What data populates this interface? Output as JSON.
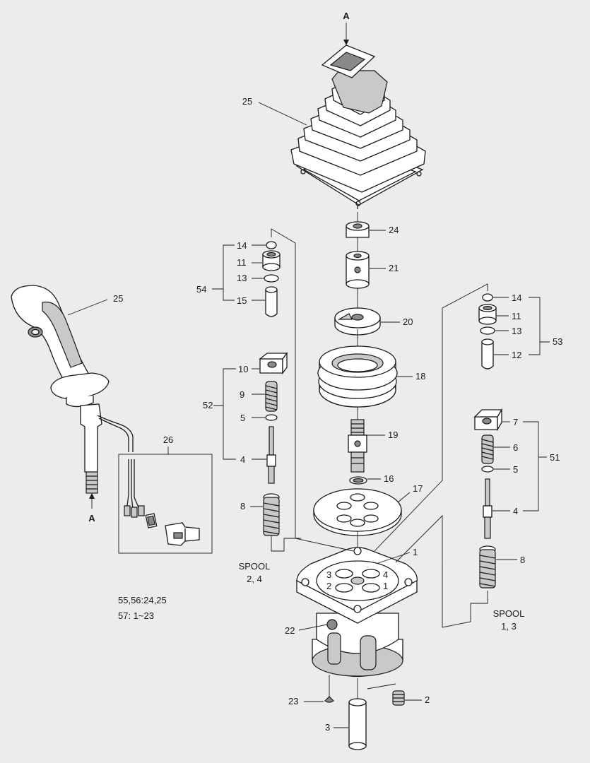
{
  "labels": {
    "top_marker": "A",
    "handle_marker": "A",
    "p25_boot": "25",
    "p25_handle": "25",
    "p24": "24",
    "p21": "21",
    "p20": "20",
    "p18": "18",
    "p19": "19",
    "p16": "16",
    "p17": "17",
    "p1": "1",
    "p22": "22",
    "p23": "23",
    "p2": "2",
    "p3": "3",
    "p26": "26",
    "left_14": "14",
    "left_11": "11",
    "left_13": "13",
    "left_15": "15",
    "left_54": "54",
    "left_10": "10",
    "left_9": "9",
    "left_5": "5",
    "left_4": "4",
    "left_52": "52",
    "left_8": "8",
    "right_14": "14",
    "right_11": "11",
    "right_13": "13",
    "right_12": "12",
    "right_53": "53",
    "right_7": "7",
    "right_6": "6",
    "right_5": "5",
    "right_4": "4",
    "right_51": "51",
    "right_8": "8",
    "port_3": "3",
    "port_4": "4",
    "port_2": "2",
    "port_1": "1"
  },
  "spool_left": {
    "line1": "SPOOL",
    "line2": "2, 4"
  },
  "spool_right": {
    "line1": "SPOOL",
    "line2": "1, 3"
  },
  "notes": {
    "line1": "55,56:24,25",
    "line2": "57: 1~23"
  },
  "colors": {
    "background": "#ececec",
    "ink": "#1a1a1a",
    "part_fill": "#ffffff",
    "shade": "#c9c9c9"
  }
}
